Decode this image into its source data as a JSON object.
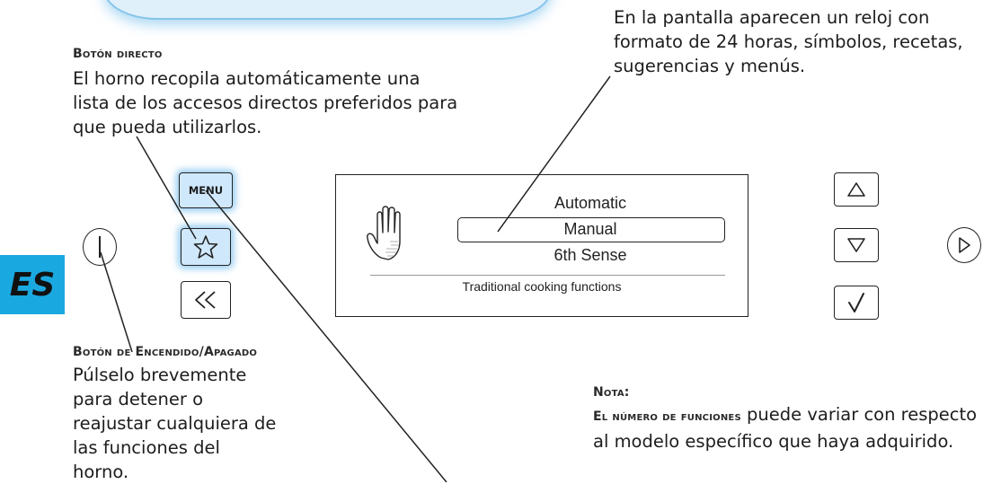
{
  "language_tab": "ES",
  "display_note": {
    "text": "En la pantalla aparecen un reloj con formato de 24 horas, símbolos, recetas, sugerencias y menús."
  },
  "direct_button": {
    "title": "Botón directo",
    "text": "El horno recopila automáticamente una lista de los accesos directos preferidos para que pueda utilizarlos."
  },
  "power_button": {
    "title": "Botón de Encendido/Apagado",
    "text": "Púlselo brevemente para detener o reajustar cualquiera de las funciones del horno."
  },
  "note": {
    "title": "Nota:",
    "emphasis": "El número de funciones",
    "text": " puede variar con respecto al modelo específico que haya adquirido."
  },
  "controls": {
    "menu_label": "MENU"
  },
  "display": {
    "items": [
      "Automatic",
      "Manual",
      "6th Sense"
    ],
    "selected": "Manual",
    "footer": "Traditional cooking functions"
  },
  "colors": {
    "accent_blue": "#1aa8e0",
    "glow_blue": "#86c4ea"
  },
  "icons": [
    "hand-icon",
    "star-icon",
    "rewind-icon",
    "power-icon",
    "arrow-up-icon",
    "arrow-down-icon",
    "check-icon",
    "play-icon"
  ]
}
